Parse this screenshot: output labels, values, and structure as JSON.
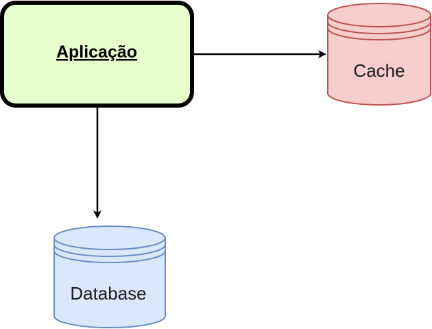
{
  "nodes": {
    "app": {
      "label": "Aplicação",
      "fill": "#e6ffcc",
      "stroke": "#000000"
    },
    "cache": {
      "label": "Cache",
      "fill": "#f8cecc",
      "stroke": "#b85450"
    },
    "database": {
      "label": "Database",
      "fill": "#dae8fc",
      "stroke": "#6c8ebf"
    }
  },
  "edges": [
    {
      "from": "app",
      "to": "cache"
    },
    {
      "from": "app",
      "to": "database"
    }
  ]
}
